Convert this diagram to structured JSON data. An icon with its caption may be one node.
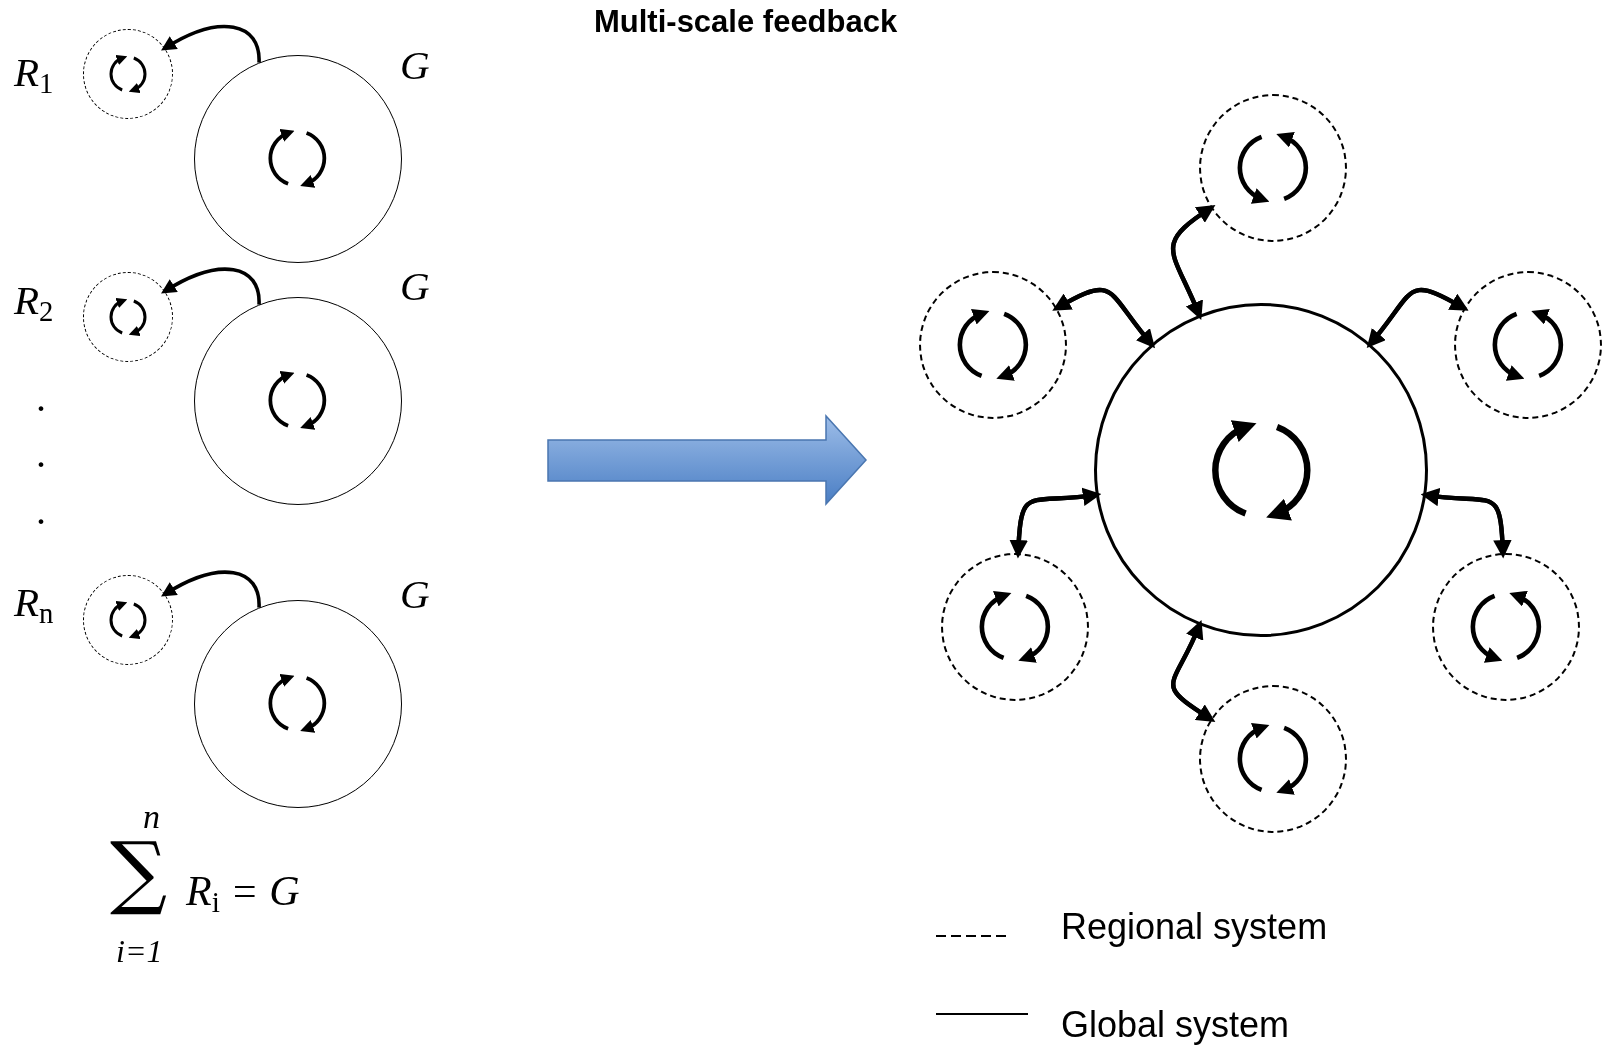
{
  "diagram": {
    "title": "Multi-scale feedback",
    "nodes": [
      {
        "text": [],
        "shape": "circle",
        "beside": [
          "R$_{1}$"
        ]
      },
      {
        "text": [],
        "shape": "circle",
        "beside": [
          "G"
        ]
      },
      {
        "text": [],
        "shape": "circle",
        "beside": [
          "R$_{2}$"
        ]
      },
      {
        "text": [],
        "shape": "circle",
        "beside": [
          "G"
        ]
      },
      {
        "text": [],
        "shape": "circle",
        "beside": [
          "R$_{n}$"
        ]
      },
      {
        "text": [],
        "shape": "circle",
        "beside": [
          "G"
        ]
      },
      {
        "text": [],
        "shape": "circle"
      },
      {
        "text": [],
        "shape": "circle"
      },
      {
        "text": [],
        "shape": "circle"
      },
      {
        "text": [],
        "shape": "circle"
      },
      {
        "text": [],
        "shape": "circle"
      },
      {
        "text": [],
        "shape": "circle"
      },
      {
        "text": [],
        "shape": "circle"
      }
    ],
    "edges": [
      {
        "from": 1,
        "to": 0,
        "arrow": "to"
      },
      {
        "from": 3,
        "to": 2,
        "arrow": "to"
      },
      {
        "from": 5,
        "to": 4,
        "arrow": "to"
      },
      {
        "from": 6,
        "to": 7,
        "arrow": "to"
      },
      {
        "from": 7,
        "to": 6,
        "arrow": "to"
      },
      {
        "from": 6,
        "to": 8,
        "arrow": "to"
      },
      {
        "from": 8,
        "to": 6,
        "arrow": "to"
      },
      {
        "from": 6,
        "to": 9,
        "arrow": "to"
      },
      {
        "from": 9,
        "to": 6,
        "arrow": "to"
      },
      {
        "from": 6,
        "to": 10,
        "arrow": "to"
      },
      {
        "from": 10,
        "to": 6,
        "arrow": "to"
      },
      {
        "from": 6,
        "to": 11,
        "arrow": "to"
      },
      {
        "from": 11,
        "to": 6,
        "arrow": "to"
      },
      {
        "from": 6,
        "to": 12,
        "arrow": "to"
      },
      {
        "from": 12,
        "to": 6,
        "arrow": "to"
      }
    ],
    "labels": [
      ".",
      ".",
      ".",
      "n",
      "∑",
      "R$_{i}$ = G",
      "i=1"
    ],
    "legend": [
      {
        "text": "Regional system"
      },
      {
        "text": "Global system"
      }
    ]
  }
}
